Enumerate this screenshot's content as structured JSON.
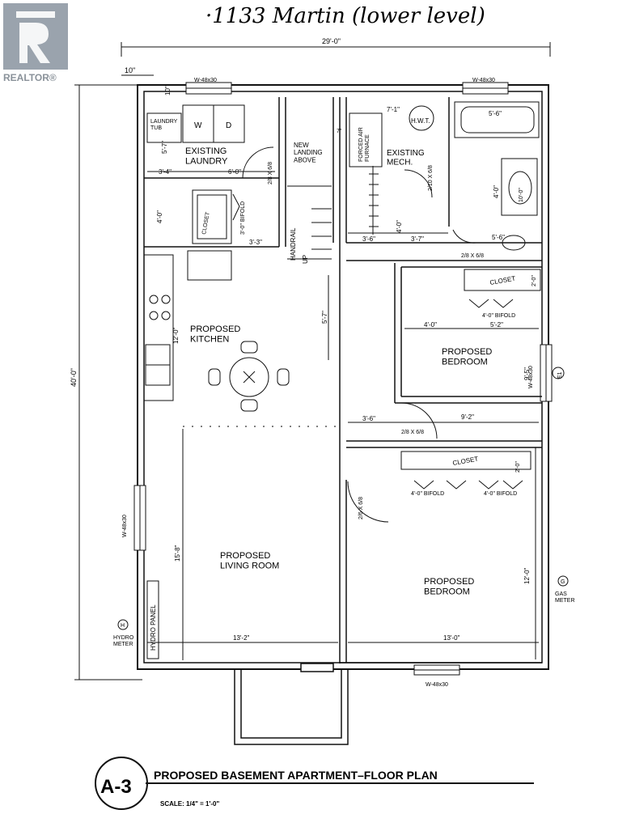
{
  "header": {
    "handwritten_title": "·1133 Martin (lower level)",
    "watermark": "REALTOR®"
  },
  "dimensions": {
    "overall_width": "29'-0\"",
    "overall_depth": "40'-0\"",
    "offset_top": "10\"",
    "offset_side": "10\"",
    "laundry_width": "3'-4\"",
    "laundry_to_stairs": "6'-0\"",
    "laundry_height": "5'-7\"",
    "closet_height": "4'-0\"",
    "closet_width": "3'-3\"",
    "mech_top": "7'-1\"",
    "mech_side": "7\"",
    "bath_width": "5'-6\"",
    "bath_height": "4'-0\"",
    "mech_depth": "4'-0\"",
    "hall_a": "3'-6\"",
    "hall_b": "3'-7\"",
    "bath_bottom": "5'-6\"",
    "landing_depth": "5'-7\"",
    "kitchen_counter": "12'-0\"",
    "bedroom1_closet_a": "4'-0\"",
    "bedroom1_closet_b": "5'-2\"",
    "bedroom1_closet_depth": "2'-0\"",
    "bedroom1_depth": "9'-5\"",
    "bedroom1_hall": "3'-6\"",
    "bedroom1_width": "9'-2\"",
    "bedroom2_closet_depth": "2'-0\"",
    "living_depth": "15'-8\"",
    "living_width": "13'-2\"",
    "bedroom2_depth": "12'-0\"",
    "bedroom2_width": "13'-0\""
  },
  "rooms": {
    "laundry": "EXISTING\nLAUNDRY",
    "laundry_tub": "LAUNDRY\nTUB",
    "washer": "W",
    "dryer": "D",
    "landing": "NEW\nLANDING\nABOVE",
    "mech": "EXISTING\nMECH.",
    "furnace": "FORCED AIR\nFURNACE",
    "hwt": "H.W.T.",
    "kitchen": "PROPOSED\nKITCHEN",
    "bedroom1": "PROPOSED\nBEDROOM",
    "living": "PROPOSED\nLIVING ROOM",
    "bedroom2": "PROPOSED\nBEDROOM",
    "closet_small": "CLOSET",
    "closet_b1": "CLOSET",
    "closet_b2": "CLOSET",
    "handrail": "HANDRAIL",
    "up": "UP",
    "hydro_panel": "HYDRO PANEL",
    "hydro_meter": "HYDRO\nMETER",
    "hydro_symbol": "H",
    "gas_meter": "GAS\nMETER",
    "gas_symbol": "G"
  },
  "doors": {
    "laundry_door": "2/8 X 6/8",
    "mech_door": "2/10 X 6/8",
    "bath_door": "2/8 X 6/8",
    "bedroom1_door": "2/8 X 6/8",
    "bedroom2_door": "2/6 X 6/8",
    "closet_bifold": "3'-0\" BIFOLD",
    "b1_bifold": "4'-0\" BIFOLD",
    "b2_bifold_1": "4'-0\" BIFOLD",
    "b2_bifold_2": "4'-0\" BIFOLD",
    "tub_dim": "10'-0\""
  },
  "windows": {
    "w_top_left": "W-48x30",
    "w_top_right": "W-48x30",
    "w_right": "W-48x30",
    "w_left": "W-48x30",
    "w_bottom": "W-48x30",
    "bedroom_tag": "E1"
  },
  "title_block": {
    "sheet": "A-3",
    "title": "PROPOSED BASEMENT APARTMENT–FLOOR PLAN",
    "scale": "SCALE: 1/4\" = 1'-0\""
  }
}
